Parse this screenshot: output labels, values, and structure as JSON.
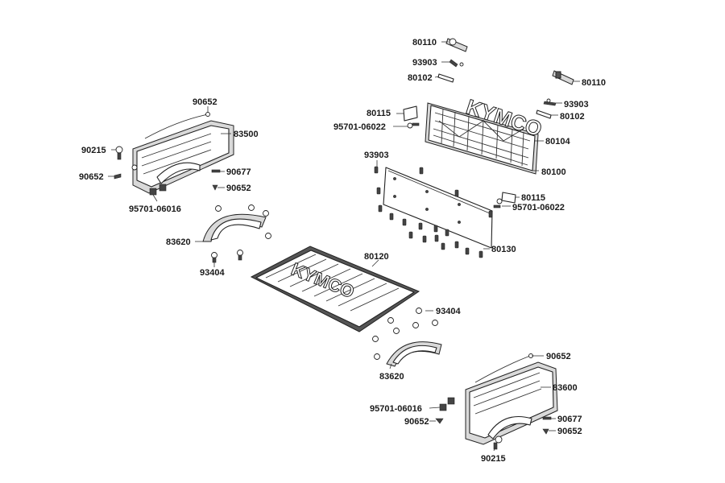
{
  "diagram": {
    "emboss_text": "KYMCO",
    "labels": {
      "p80110_top": "80110",
      "p93903_top": "93903",
      "p80102_top": "80102",
      "p80110_right": "80110",
      "p93903_right": "93903",
      "p80102_right": "80102",
      "p80115_top": "80115",
      "p95701_06022_top": "95701-06022",
      "p80104": "80104",
      "p80100": "80100",
      "p93903_mid": "93903",
      "p80115_mid": "80115",
      "p95701_06022_mid": "95701-06022",
      "p80130": "80130",
      "p80120": "80120",
      "p90652_tl": "90652",
      "p83500": "83500",
      "p90215_left": "90215",
      "p90652_left": "90652",
      "p90677_left": "90677",
      "p90652_left2": "90652",
      "p95701_06016_left": "95701-06016",
      "p83620_left": "83620",
      "p93404_left": "93404",
      "p93404_right": "93404",
      "p83620_right": "83620",
      "p90652_br": "90652",
      "p83600": "83600",
      "p95701_06016_right": "95701-06016",
      "p90652_bottom": "90652",
      "p90677_right": "90677",
      "p90652_right2": "90652",
      "p90215_right": "90215"
    }
  }
}
